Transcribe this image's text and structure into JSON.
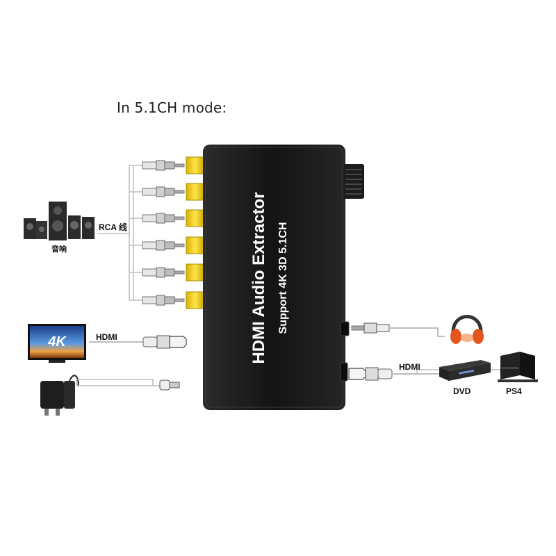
{
  "heading": "In 5.1CH mode:",
  "device": {
    "title": "HDMI Audio Extractor",
    "subtitle": "Support 4K 3D 5.1CH"
  },
  "labels": {
    "rca": "RCA 线",
    "speakers": "音响",
    "hdmi_in": "HDMI",
    "hdmi_out": "HDMI",
    "dvd": "DVD",
    "ps4": "PS4",
    "tv_badge": "4K"
  },
  "colors": {
    "device_body": "#1a1a1a",
    "rca_jack": "#f2d21a",
    "cable": "#b9b9b9",
    "headphone": "#e2561c"
  },
  "icons": [
    "speaker-system-icon",
    "tv-4k-icon",
    "power-adapter-icon",
    "headphones-icon",
    "dvd-player-icon",
    "ps4-console-icon"
  ]
}
